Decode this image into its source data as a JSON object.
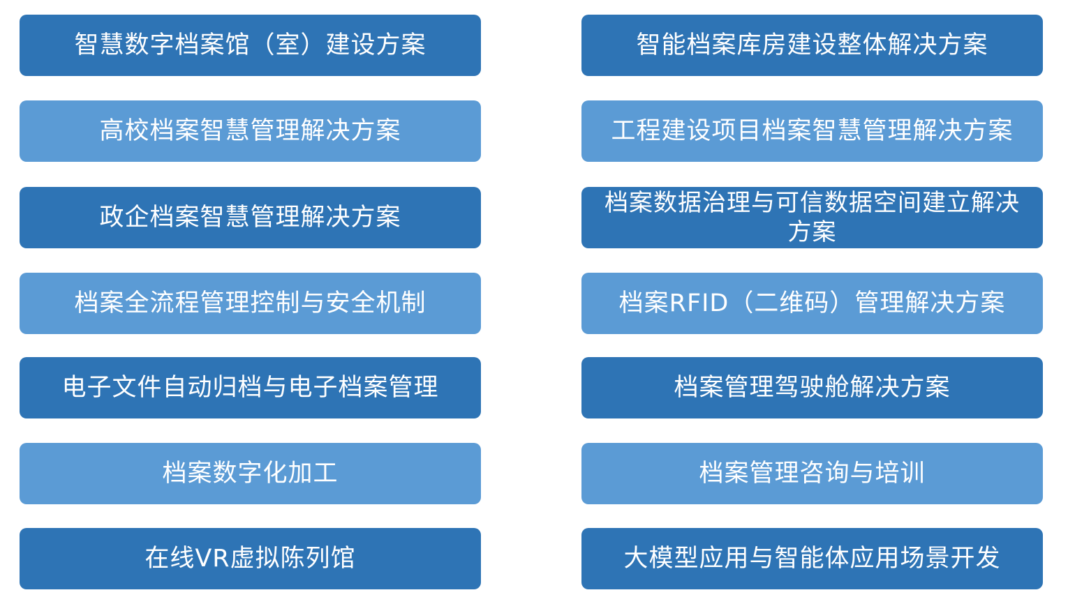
{
  "colors": {
    "dark": "#2e74b5",
    "light": "#5b9bd5",
    "text": "#ffffff"
  },
  "left_column": [
    {
      "label": "智慧数字档案馆（室）建设方案",
      "tone": "dark"
    },
    {
      "label": "高校档案智慧管理解决方案",
      "tone": "light"
    },
    {
      "label": "政企档案智慧管理解决方案",
      "tone": "dark"
    },
    {
      "label": "档案全流程管理控制与安全机制",
      "tone": "light"
    },
    {
      "label": "电子文件自动归档与电子档案管理",
      "tone": "dark"
    },
    {
      "label": "档案数字化加工",
      "tone": "light"
    },
    {
      "label": "在线VR虚拟陈列馆",
      "tone": "dark"
    }
  ],
  "right_column": [
    {
      "label": "智能档案库房建设整体解决方案",
      "tone": "dark"
    },
    {
      "label": "工程建设项目档案智慧管理解决方案",
      "tone": "light"
    },
    {
      "label": "档案数据治理与可信数据空间建立解决方案",
      "tone": "dark"
    },
    {
      "label": "档案RFID（二维码）管理解决方案",
      "tone": "light"
    },
    {
      "label": "档案管理驾驶舱解决方案",
      "tone": "dark"
    },
    {
      "label": "档案管理咨询与培训",
      "tone": "light"
    },
    {
      "label": "大模型应用与智能体应用场景开发",
      "tone": "dark"
    }
  ]
}
